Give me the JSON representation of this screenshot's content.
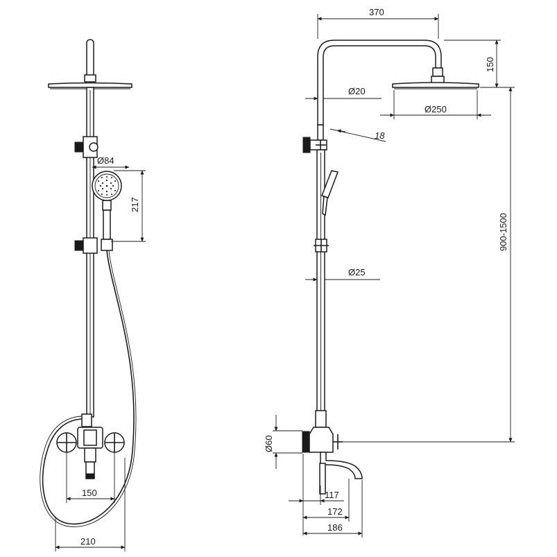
{
  "front_view": {
    "dims": {
      "handshower_diameter": "Ø84",
      "handshower_height": "217",
      "valve_spacing": "150",
      "overall_width": "210"
    }
  },
  "side_view": {
    "dims": {
      "arm_length": "370",
      "arm_drop": "150",
      "pipe_upper": "Ø20",
      "head_diameter": "Ø250",
      "holder_angle": "18",
      "pipe_lower": "Ø25",
      "height_range": "900-1500",
      "handle_diameter": "Ø60",
      "depth_117": "117",
      "depth_172": "172",
      "depth_186": "186"
    }
  },
  "colors": {
    "stroke": "#1a1a1a",
    "background": "#ffffff"
  }
}
